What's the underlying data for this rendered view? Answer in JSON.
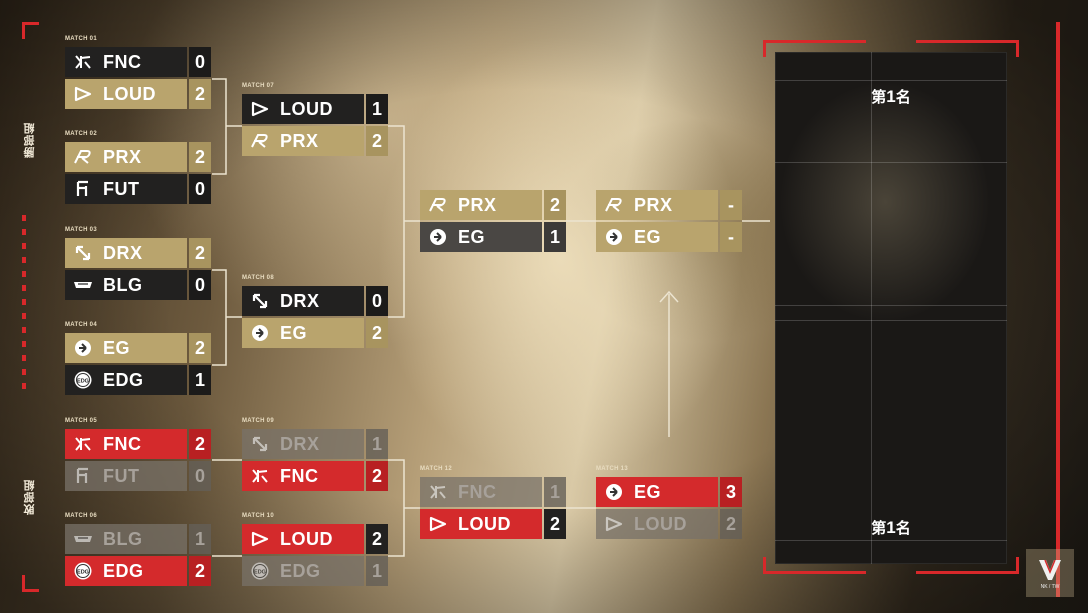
{
  "side_labels": {
    "upper": "勝部組",
    "lower": "敗部組"
  },
  "matches": [
    {
      "id": "m01",
      "label": "MATCH 01",
      "teams": [
        {
          "name": "FNC",
          "score": "0",
          "logo": "fnc-logo",
          "style": "s-dark"
        },
        {
          "name": "LOUD",
          "score": "2",
          "logo": "loud-logo",
          "style": "s-gold"
        }
      ]
    },
    {
      "id": "m02",
      "label": "MATCH 02",
      "teams": [
        {
          "name": "PRX",
          "score": "2",
          "logo": "prx-logo",
          "style": "s-gold"
        },
        {
          "name": "FUT",
          "score": "0",
          "logo": "fut-logo",
          "style": "s-dark"
        }
      ]
    },
    {
      "id": "m03",
      "label": "MATCH 03",
      "teams": [
        {
          "name": "DRX",
          "score": "2",
          "logo": "drx-logo",
          "style": "s-gold"
        },
        {
          "name": "BLG",
          "score": "0",
          "logo": "blg-logo",
          "style": "s-dark"
        }
      ]
    },
    {
      "id": "m04",
      "label": "MATCH 04",
      "teams": [
        {
          "name": "EG",
          "score": "2",
          "logo": "eg-logo",
          "style": "s-gold"
        },
        {
          "name": "EDG",
          "score": "1",
          "logo": "edg-logo",
          "style": "s-dark"
        }
      ]
    },
    {
      "id": "m05",
      "label": "MATCH 05",
      "teams": [
        {
          "name": "FNC",
          "score": "2",
          "logo": "fnc-logo",
          "style": "s-red"
        },
        {
          "name": "FUT",
          "score": "0",
          "logo": "fut-logo",
          "style": "s-faded"
        }
      ]
    },
    {
      "id": "m06",
      "label": "MATCH 06",
      "teams": [
        {
          "name": "BLG",
          "score": "1",
          "logo": "blg-logo",
          "style": "s-faded"
        },
        {
          "name": "EDG",
          "score": "2",
          "logo": "edg-logo",
          "style": "s-red"
        }
      ]
    },
    {
      "id": "m07",
      "label": "MATCH 07",
      "teams": [
        {
          "name": "LOUD",
          "score": "1",
          "logo": "loud-logo",
          "style": "s-dark"
        },
        {
          "name": "PRX",
          "score": "2",
          "logo": "prx-logo",
          "style": "s-gold"
        }
      ]
    },
    {
      "id": "m08",
      "label": "MATCH 08",
      "teams": [
        {
          "name": "DRX",
          "score": "0",
          "logo": "drx-logo",
          "style": "s-dark"
        },
        {
          "name": "EG",
          "score": "2",
          "logo": "eg-logo",
          "style": "s-gold"
        }
      ]
    },
    {
      "id": "m09",
      "label": "MATCH 09",
      "teams": [
        {
          "name": "DRX",
          "score": "1",
          "logo": "drx-logo",
          "style": "s-faded"
        },
        {
          "name": "FNC",
          "score": "2",
          "logo": "fnc-logo",
          "style": "s-red"
        }
      ]
    },
    {
      "id": "m10",
      "label": "MATCH 10",
      "teams": [
        {
          "name": "LOUD",
          "score": "2",
          "logo": "loud-logo",
          "style": "s-red-dark"
        },
        {
          "name": "EDG",
          "score": "1",
          "logo": "edg-logo",
          "style": "s-faded"
        }
      ]
    },
    {
      "id": "m11",
      "label": "",
      "teams": [
        {
          "name": "PRX",
          "score": "2",
          "logo": "prx-logo",
          "style": "s-gold"
        },
        {
          "name": "EG",
          "score": "1",
          "logo": "eg-logo",
          "style": "s-midgray"
        }
      ]
    },
    {
      "id": "m12",
      "label": "MATCH 12",
      "teams": [
        {
          "name": "FNC",
          "score": "1",
          "logo": "fnc-logo",
          "style": "s-faded"
        },
        {
          "name": "LOUD",
          "score": "2",
          "logo": "loud-logo",
          "style": "s-red-dark"
        }
      ]
    },
    {
      "id": "m13",
      "label": "MATCH 13",
      "teams": [
        {
          "name": "EG",
          "score": "3",
          "logo": "eg-logo",
          "style": "s-red"
        },
        {
          "name": "LOUD",
          "score": "2",
          "logo": "loud-logo",
          "style": "s-faded"
        }
      ]
    },
    {
      "id": "m14",
      "label": "",
      "teams": [
        {
          "name": "PRX",
          "score": "-",
          "logo": "prx-logo",
          "style": "s-gold"
        },
        {
          "name": "EG",
          "score": "-",
          "logo": "eg-logo",
          "style": "s-gold"
        }
      ]
    }
  ],
  "champion_panel": {
    "top_label_num": "1",
    "top_label_suffix": "名",
    "top_label_prefix": "第",
    "bottom_label_prefix": "第",
    "bottom_label_num": "1",
    "bottom_label_suffix": "名"
  },
  "corner_logo": {
    "caption": "NK / TW"
  },
  "colors": {
    "accent_red": "#d42a2c",
    "gold": "#b9a46d",
    "dark": "#222120"
  }
}
